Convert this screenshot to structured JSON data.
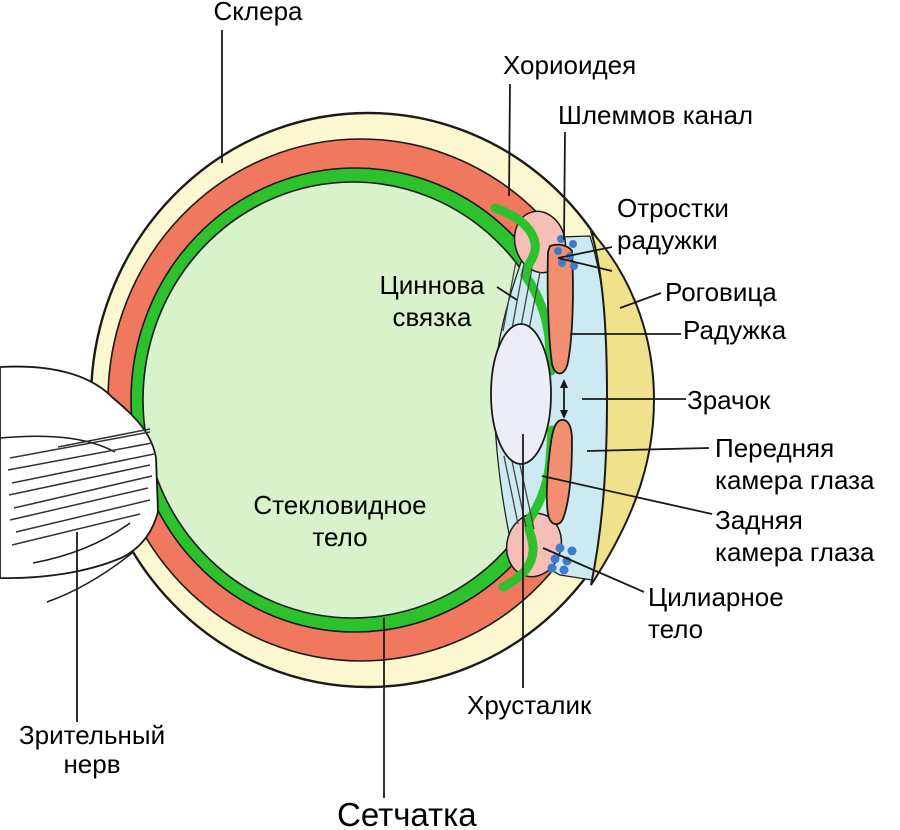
{
  "diagram": {
    "subject": "eye-anatomy-cross-section",
    "language": "ru"
  },
  "labels": {
    "sclera": {
      "text": "Склера"
    },
    "choroid": {
      "text": "Хориоидея"
    },
    "schlemm_canal": {
      "text": "Шлеммов канал"
    },
    "iris_processes": {
      "lines": [
        "Отростки",
        "радужки"
      ]
    },
    "cornea": {
      "text": "Роговица"
    },
    "iris": {
      "text": "Радужка"
    },
    "zinn_ligament": {
      "lines": [
        "Циннова",
        "связка"
      ]
    },
    "pupil": {
      "text": "Зрачок"
    },
    "anterior_chamber": {
      "lines": [
        "Передняя",
        "камера глаза"
      ]
    },
    "posterior_chamber": {
      "lines": [
        "Задняя",
        "камера глаза"
      ]
    },
    "ciliary_body": {
      "lines": [
        "Цилиарное",
        "тело"
      ]
    },
    "vitreous_body": {
      "lines": [
        "Стекловидное",
        "тело"
      ]
    },
    "lens": {
      "text": "Хрусталик"
    },
    "optic_nerve": {
      "lines": [
        "Зрительный",
        "нерв"
      ]
    },
    "retina": {
      "text": "Сетчатка"
    }
  },
  "colors": {
    "outline": "#1a1a1a",
    "sclera": "#FBF8CF",
    "cornea": "#F0E18C",
    "choroid": "#F0785E",
    "retina": "#2EC12E",
    "vitreous": "#D8F2CC",
    "chamber": "#CDE9F2",
    "lens": "#EDEDF9",
    "iris": "#F18F70",
    "ciliary": "#F5BEB6",
    "dots": "#3D7CCA"
  }
}
